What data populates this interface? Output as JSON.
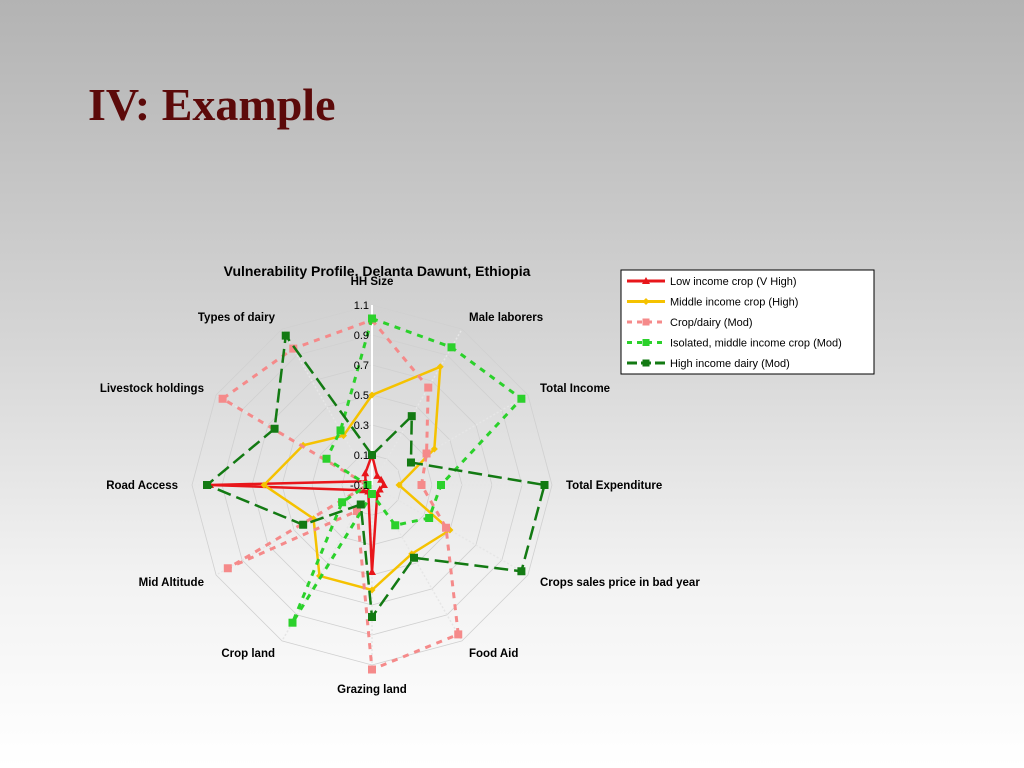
{
  "slide": {
    "title": "IV: Example"
  },
  "chart_data": {
    "type": "radar",
    "title": "Vulnerability Profile, Delanta Dawunt, Ethiopia",
    "categories": [
      "HH Size",
      "Male laborers",
      "Total Income",
      "Total Expenditure",
      "Crops sales price in bad year",
      "Food Aid",
      "Grazing land",
      "Crop land",
      "Mid Altitude",
      "Road Access",
      "Livestock holdings",
      "Types of dairy"
    ],
    "tick_labels": [
      "-0.1",
      "0.1",
      "0.3",
      "0.5",
      "0.7",
      "0.9",
      "1.1"
    ],
    "rlim": [
      -0.1,
      1.1
    ],
    "grid": true,
    "legend_position": "top-right",
    "series": [
      {
        "name": "Low income crop (V High)",
        "color": "#e8161b",
        "dash": "solid",
        "marker": "triangle",
        "values": [
          0.1,
          -0.03,
          -0.03,
          -0.02,
          -0.04,
          -0.03,
          0.48,
          -0.05,
          -0.03,
          0.98,
          -0.05,
          -0.01
        ]
      },
      {
        "name": "Middle income crop (High)",
        "color": "#f5c200",
        "dash": "solid",
        "marker": "diamond",
        "values": [
          0.5,
          0.81,
          0.38,
          0.08,
          0.5,
          0.43,
          0.6,
          0.6,
          0.35,
          0.62,
          0.43,
          0.28
        ]
      },
      {
        "name": "Crop/dairy (Mod)",
        "color": "#f58a8a",
        "dash": "dash",
        "marker": "square",
        "values": [
          1.0,
          0.65,
          0.32,
          0.23,
          0.47,
          1.05,
          1.13,
          0.1,
          1.01,
          -0.07,
          1.05,
          0.95
        ]
      },
      {
        "name": "Isolated, middle income crop  (Mod)",
        "color": "#2bd12b",
        "dash": "dash",
        "marker": "square",
        "values": [
          1.01,
          0.96,
          1.05,
          0.36,
          0.34,
          0.21,
          -0.04,
          0.96,
          0.13,
          -0.07,
          0.25,
          0.32
        ]
      },
      {
        "name": "High income dairy (Mod)",
        "color": "#137a13",
        "dash": "longdash",
        "marker": "square",
        "values": [
          0.1,
          0.43,
          0.2,
          1.05,
          1.05,
          0.46,
          0.78,
          0.05,
          0.43,
          1.0,
          0.65,
          1.05
        ]
      }
    ]
  }
}
